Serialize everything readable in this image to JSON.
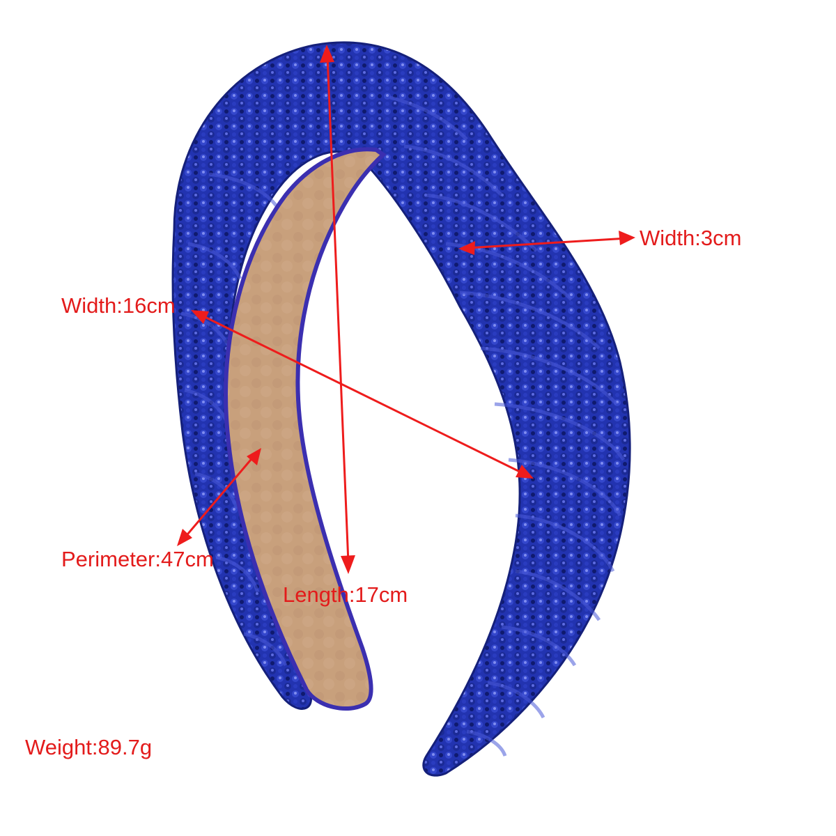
{
  "product": {
    "name": "blue-beaded-padded-headband",
    "band_color": "#2537b8",
    "bead_highlight_color": "#5d6be0",
    "bead_shadow_color": "#151f7a",
    "inner_lining_color": "#c9a27e"
  },
  "annotations": {
    "arrow_color": "#ee1c1c",
    "text_color": "#e31b1b",
    "width_top": "Width:3cm",
    "width_diagonal": "Width:16cm",
    "perimeter": "Perimeter:47cm",
    "length": "Length:17cm",
    "weight": "Weight:89.7g"
  }
}
